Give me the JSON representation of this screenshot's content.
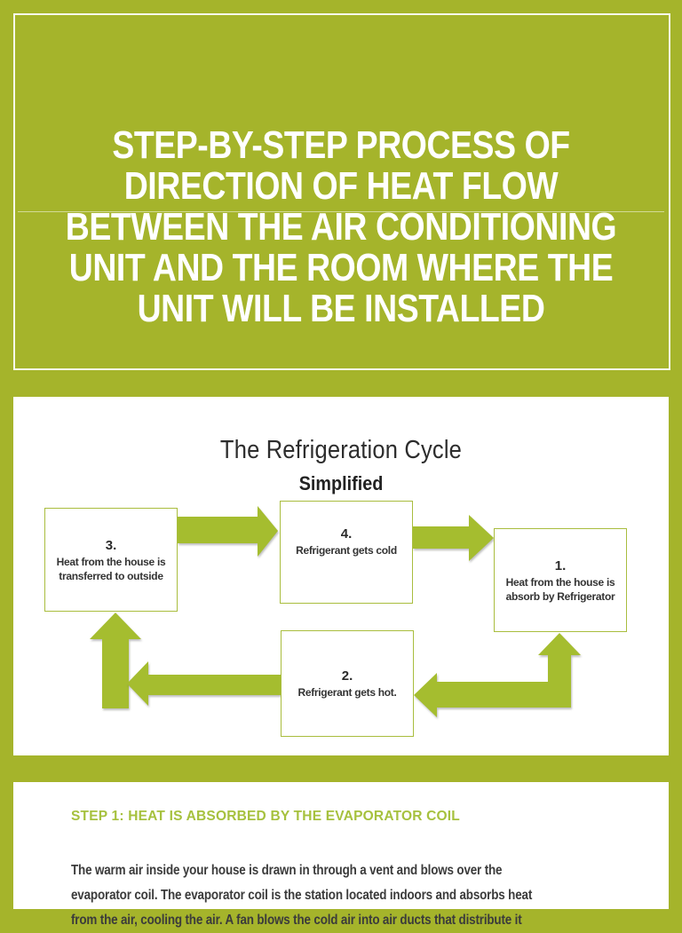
{
  "colors": {
    "page_green": "#a5b42b",
    "arrow_green": "#a5bd2f",
    "box_border": "#a9bd3e",
    "heading_green": "#a6c13e",
    "body_text": "#3b3b3b",
    "title_text": "#ffffff"
  },
  "title_slide": {
    "lines": [
      "STEP-BY-STEP PROCESS OF",
      "DIRECTION OF HEAT FLOW",
      "BETWEEN THE AIR CONDITIONING",
      "UNIT AND THE ROOM WHERE THE",
      "UNIT WILL BE INSTALLED"
    ]
  },
  "diagram_slide": {
    "title": "The Refrigeration Cycle",
    "subtitle": "Simplified",
    "boxes": [
      {
        "number": "1.",
        "text": "Heat from the house is absorb by Refrigerator"
      },
      {
        "number": "2.",
        "text": "Refrigerant gets hot."
      },
      {
        "number": "3.",
        "text": "Heat from the house is transferred to outside"
      },
      {
        "number": "4.",
        "text": "Refrigerant gets cold"
      }
    ],
    "arrows": [
      {
        "from": "box-3",
        "to": "box-4",
        "direction": "right"
      },
      {
        "from": "box-4",
        "to": "box-1",
        "direction": "right"
      },
      {
        "from": "box-1",
        "to": "box-2",
        "direction": "down-left"
      },
      {
        "from": "box-2",
        "to": "box-3",
        "direction": "left-up"
      }
    ]
  },
  "step_slide": {
    "heading": "STEP 1: HEAT IS ABSORBED BY THE EVAPORATOR COIL",
    "body_lines": [
      "The warm air inside your house is drawn in through a vent and blows over the",
      "evaporator coil. The evaporator coil is the station located indoors and absorbs heat",
      "from the air, cooling the air. A fan blows the cold air into air ducts that distribute it"
    ]
  }
}
